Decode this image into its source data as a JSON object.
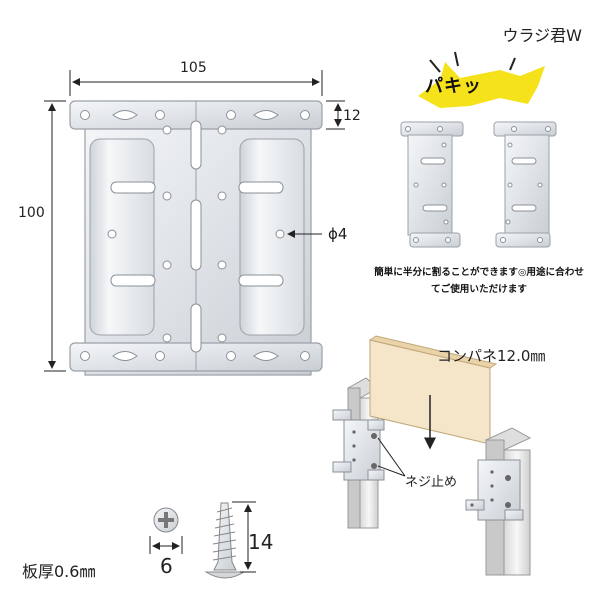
{
  "product_name": "ウラジ君W",
  "dimensions": {
    "width": "105",
    "tab": "12",
    "height": "100",
    "hole": "ϕ4"
  },
  "snap": {
    "text": "パキッ",
    "note": "簡単に半分に割ることができます◎用途に合わせてご使用いただけます"
  },
  "install": {
    "board": "コンパネ12.0㎜",
    "screw_label": "ネジ止め"
  },
  "specs": {
    "thickness": "板厚0.6㎜",
    "screw_diameter": "6",
    "screw_length": "14"
  },
  "colors": {
    "metal": "#e2e6ea",
    "metal_edge": "#9aa1a8",
    "board": "#f6e6c9",
    "post": "#eaeaea",
    "burst": "#f5e21a"
  }
}
